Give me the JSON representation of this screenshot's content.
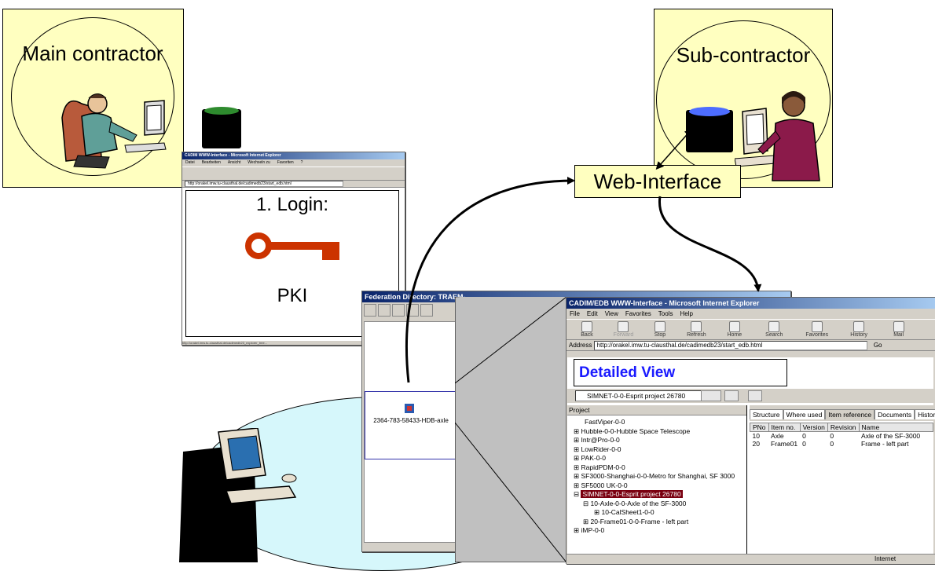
{
  "left_box": {
    "label": "Main contractor"
  },
  "right_box": {
    "label": "Sub-contractor"
  },
  "web_interface": {
    "label": "Web-Interface"
  },
  "login_panel": {
    "step_label": "1. Login:",
    "key_caption": "PKI",
    "title": "CADIM WWW-Interface - Microsoft Internet Explorer",
    "menu": [
      "Datei",
      "Bearbeiten",
      "Ansicht",
      "Wechseln zu",
      "Favoriten",
      "?"
    ],
    "address": "http://orakel.imw.tu-clausthal.de/cadimedb23/start_edb.html",
    "status": "http://orakel.imw.tu-clausthal.de/cadimedb23_explorer_tree..."
  },
  "federation_window": {
    "title": "Federation Directory: TRAEM-...",
    "node_label": "2364-783-58433-HDB-axle"
  },
  "ie_window": {
    "title": "CADIM/EDB WWW-Interface - Microsoft Internet Explorer",
    "menu": [
      "File",
      "Edit",
      "View",
      "Favorites",
      "Tools",
      "Help"
    ],
    "toolbar": [
      "Back",
      "Forward",
      "Stop",
      "Refresh",
      "Home",
      "Search",
      "Favorites",
      "History",
      "Mail"
    ],
    "address_label": "Address",
    "address": "http://orakel.imw.tu-clausthal.de/cadimedb23/start_edb.html",
    "go_label": "Go",
    "heading": "Detailed View",
    "project_select": "SIMNET-0-0-Esprit project 26780",
    "project_header": "Project",
    "tabs": [
      "Structure",
      "Where used",
      "Item reference",
      "Documents",
      "History"
    ],
    "tree": [
      "FastViper-0-0",
      "Hubble-0-0-Hubble Space Telescope",
      "Intr@Pro-0-0",
      "LowRider-0-0",
      "PAK-0-0",
      "RapidPDM-0-0",
      "SF3000-Shanghai-0-0-Metro for Shanghai, SF 3000",
      "SF5000 UK-0-0",
      "SIMNET-0-0-Esprit project 26780",
      "10-Axle-0-0-Axle of the SF-3000",
      "10-CalSheet1-0-0",
      "20-Frame01-0-0-Frame - left part",
      "iMP-0-0"
    ],
    "table_headers": [
      "PNo",
      "Item no.",
      "Version",
      "Revision",
      "Name"
    ],
    "table_rows": [
      [
        "10",
        "Axle",
        "0",
        "0",
        "Axle of the SF-3000"
      ],
      [
        "20",
        "Frame01",
        "0",
        "0",
        "Frame - left part"
      ]
    ],
    "status_zone": "Internet"
  },
  "colors": {
    "box_fill": "#ffffc0",
    "key_color": "#cc3300",
    "heading_blue": "#1a1aff",
    "ellipse_fill": "#d6f7fb"
  }
}
